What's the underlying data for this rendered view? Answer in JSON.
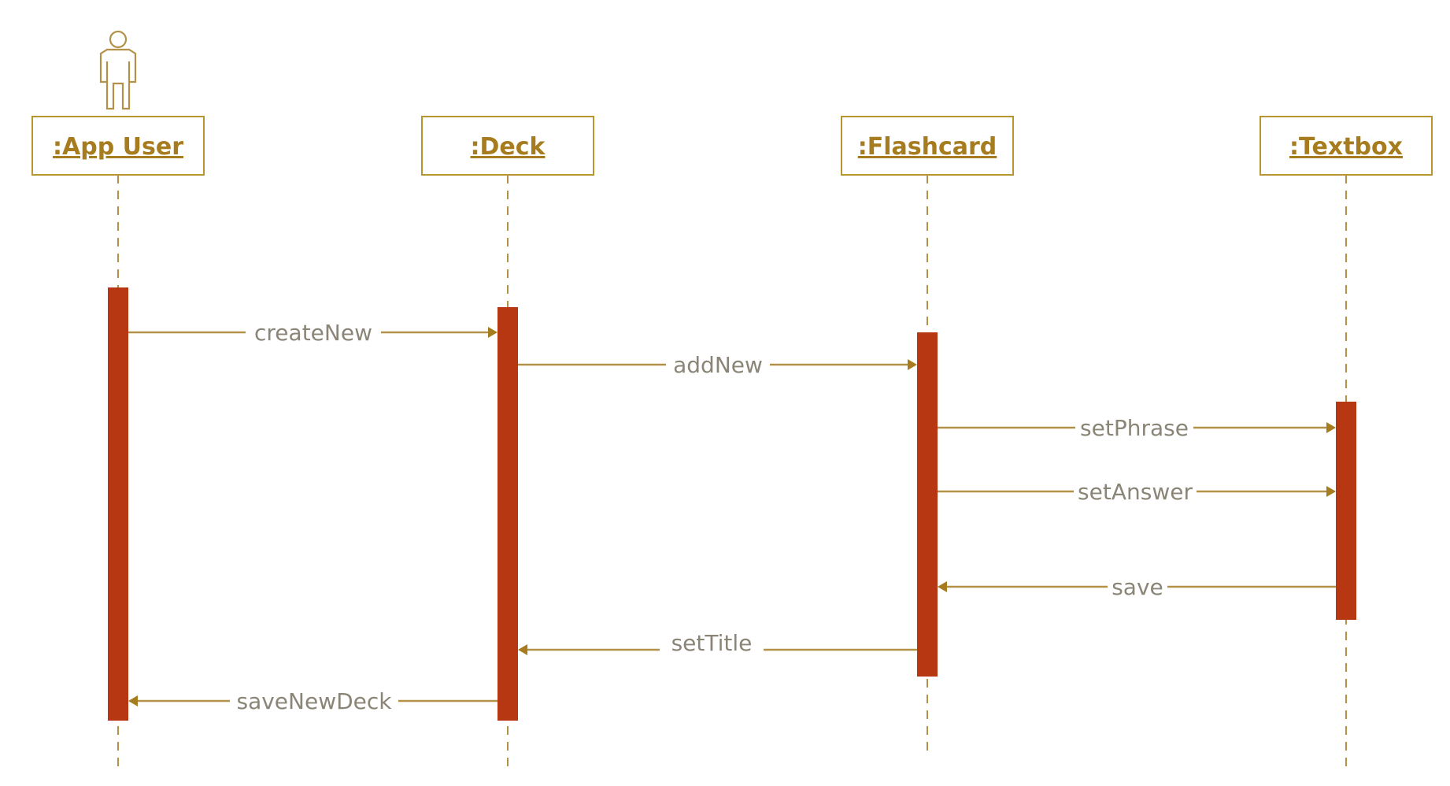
{
  "diagram": {
    "type": "uml-sequence",
    "colors": {
      "outline": "#b8962f",
      "label": "#a67c1f",
      "activation": "#b63712",
      "message_text": "#8a8577"
    },
    "actor_icon": "stick-figure-icon",
    "objects": [
      {
        "id": "app_user",
        "label": ":App User",
        "actor": true
      },
      {
        "id": "deck",
        "label": ":Deck"
      },
      {
        "id": "flashcard",
        "label": ":Flashcard"
      },
      {
        "id": "textbox",
        "label": ":Textbox"
      }
    ],
    "messages": [
      {
        "from": "app_user",
        "to": "deck",
        "label": "createNew"
      },
      {
        "from": "deck",
        "to": "flashcard",
        "label": "addNew"
      },
      {
        "from": "flashcard",
        "to": "textbox",
        "label": "setPhrase"
      },
      {
        "from": "flashcard",
        "to": "textbox",
        "label": "setAnswer"
      },
      {
        "from": "textbox",
        "to": "flashcard",
        "label": "save"
      },
      {
        "from": "flashcard",
        "to": "deck",
        "label": "setTitle"
      },
      {
        "from": "deck",
        "to": "app_user",
        "label": "saveNewDeck"
      }
    ]
  }
}
